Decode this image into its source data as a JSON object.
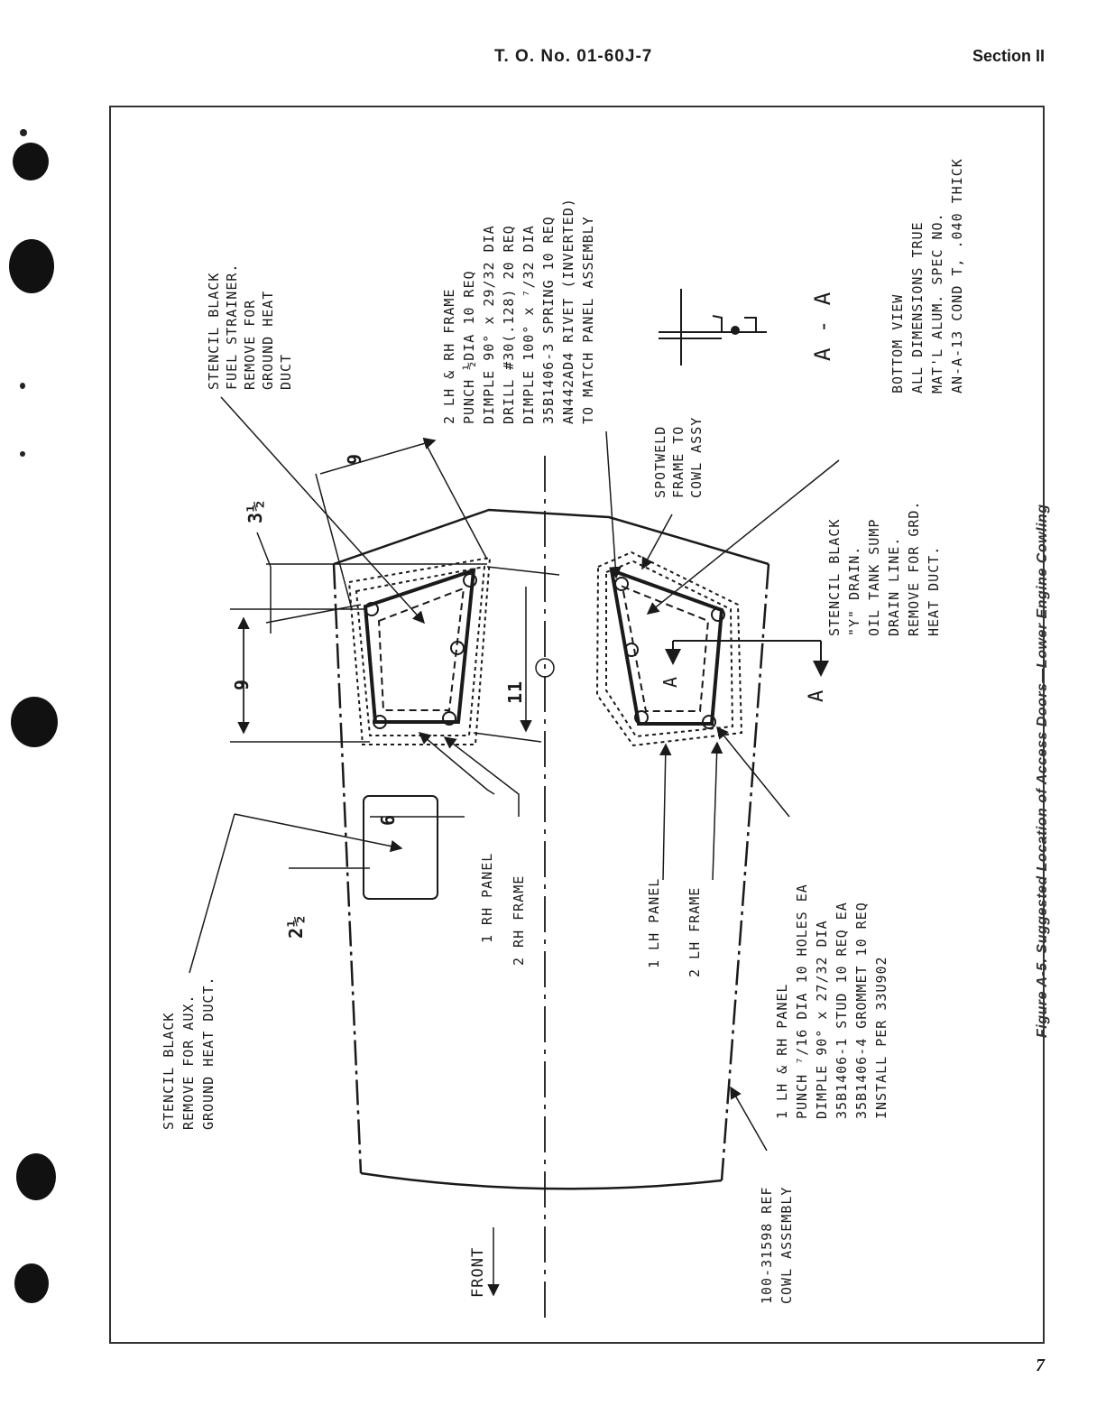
{
  "header": {
    "to_number": "T. O. No. 01-60J-7",
    "section": "Section II"
  },
  "page_number": "7",
  "figure_caption": "Figure A-5. Suggested Location of Access Doors—Lower Engine Cowling",
  "notes": {
    "fuel_strainer": [
      "STENCIL BLACK",
      "FUEL STRAINER.",
      "REMOVE FOR",
      "GROUND HEAT",
      "DUCT"
    ],
    "rh_frame": [
      "2 LH & RH  FRAME",
      "PUNCH ½DIA  10 REQ",
      "DIMPLE 90° x 29/32 DIA",
      "DRILL #30(.128)  20 REQ",
      "DIMPLE 100° x ⁷/32 DIA",
      "35B1406-3 SPRING 10 REQ",
      "AN442AD4 RIVET (INVERTED)",
      "TO MATCH PANEL ASSEMBLY"
    ],
    "section_aa_label": "A - A",
    "bottom_view": [
      "BOTTOM VIEW",
      "ALL DIMENSIONS TRUE",
      "MAT'L ALUM. SPEC NO.",
      "AN-A-13 COND T,  .040 THICK"
    ],
    "spotweld": [
      "SPOTWELD",
      "FRAME TO",
      "COWL ASSY"
    ],
    "oil_tank": [
      "STENCIL BLACK",
      "\"Y\" DRAIN.",
      "OIL TANK SUMP",
      "DRAIN LINE.",
      "REMOVE FOR GRD.",
      "HEAT DUCT."
    ],
    "aux": [
      "STENCIL BLACK",
      "REMOVE FOR AUX.",
      "GROUND HEAT DUCT."
    ],
    "rh_panel_label": "1 RH PANEL",
    "rh_frame_label": "2 RH FRAME",
    "lh_panel_label": "1 LH PANEL",
    "lh_frame_label": "2 LH FRAME",
    "panel_notes": [
      "1 LH & RH  PANEL",
      "PUNCH ⁷/16 DIA  10 HOLES EA",
      "DIMPLE 90° x 27/32 DIA",
      "35B1406-1 STUD 10 REQ  EA",
      "35B1406-4 GROMMET 10 REQ",
      "INSTALL PER  33U902"
    ],
    "cowl_ref": [
      "100-31598 REF",
      "COWL ASSEMBLY"
    ],
    "front_label": "FRONT",
    "dims": {
      "d9_top": "9",
      "d3half": "3½",
      "d9_side": "9",
      "d11": "11",
      "d6": "6",
      "d2half": "2½"
    },
    "section_marks": [
      "A",
      "A"
    ]
  }
}
